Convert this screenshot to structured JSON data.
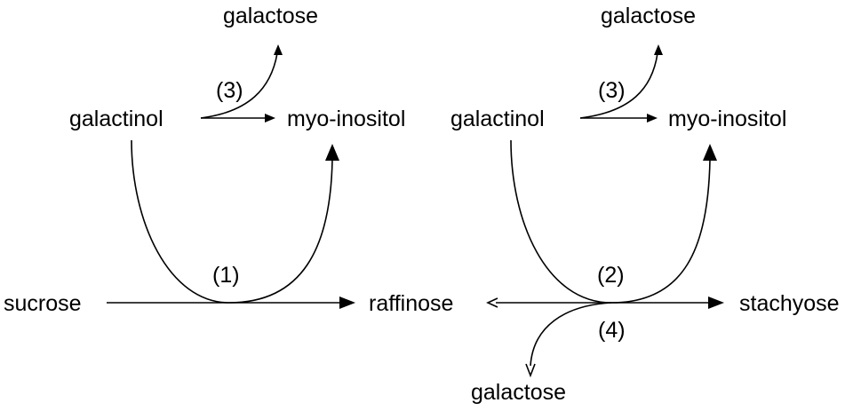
{
  "left": {
    "galactose": "galactose",
    "galactinol": "galactinol",
    "myo_inositol": "myo-inositol",
    "sucrose": "sucrose",
    "raffinose": "raffinose",
    "step_1": "(1)",
    "step_3": "(3)"
  },
  "right": {
    "galactose_top": "galactose",
    "galactinol": "galactinol",
    "myo_inositol": "myo-inositol",
    "stachyose": "stachyose",
    "galactose_bottom": "galactose",
    "step_2": "(2)",
    "step_3": "(3)",
    "step_4": "(4)"
  },
  "colors": {
    "ink": "#000000",
    "background": "#ffffff"
  }
}
